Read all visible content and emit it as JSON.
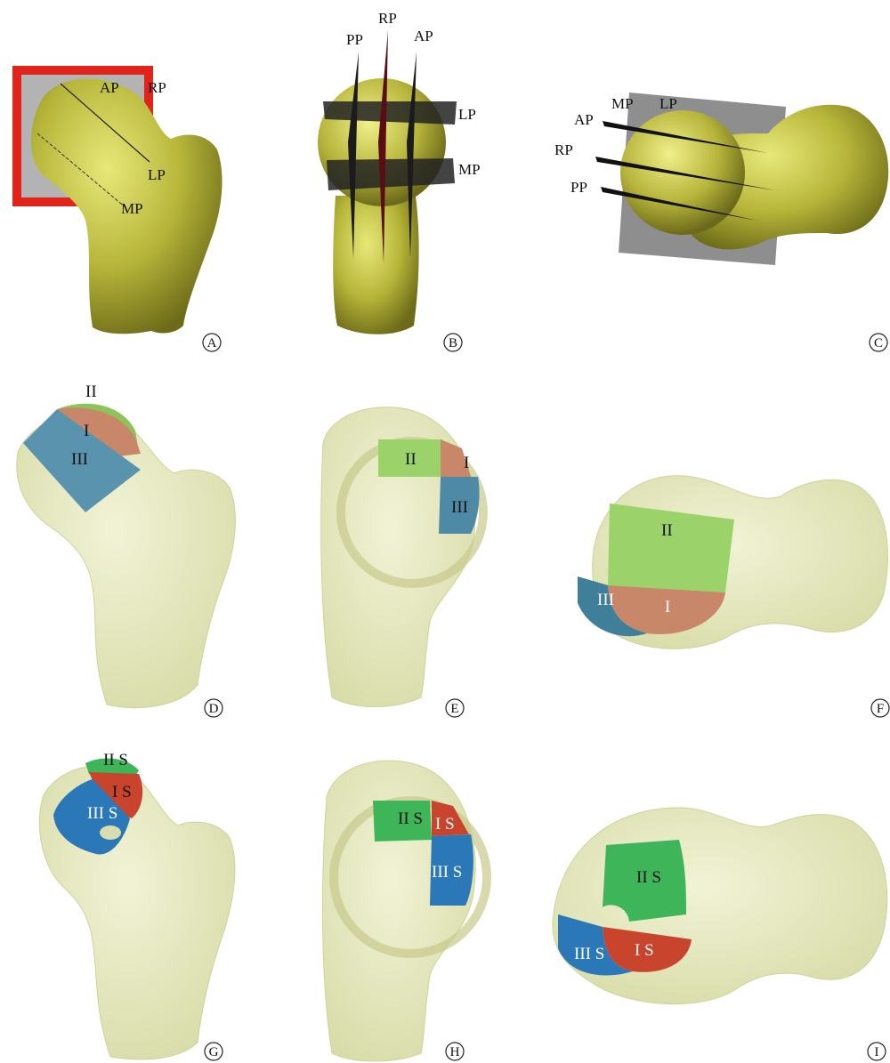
{
  "panels": {
    "A": {
      "badge": "A",
      "labels": {
        "ap": "AP",
        "rp": "RP",
        "lp": "LP",
        "mp": "MP"
      }
    },
    "B": {
      "badge": "B",
      "labels": {
        "pp": "PP",
        "rp": "RP",
        "ap": "AP",
        "lp": "LP",
        "mp": "MP"
      }
    },
    "C": {
      "badge": "C",
      "labels": {
        "mp": "MP",
        "lp": "LP",
        "ap": "AP",
        "rp": "RP",
        "pp": "PP"
      }
    },
    "D": {
      "badge": "D",
      "zones": {
        "z1": "I",
        "z2": "II",
        "z3": "III"
      }
    },
    "E": {
      "badge": "E",
      "zones": {
        "z1": "I",
        "z2": "II",
        "z3": "III"
      }
    },
    "F": {
      "badge": "F",
      "zones": {
        "z1": "I",
        "z2": "II",
        "z3": "III"
      }
    },
    "G": {
      "badge": "G",
      "zones": {
        "z1": "I S",
        "z2": "II S",
        "z3": "III S"
      }
    },
    "H": {
      "badge": "H",
      "zones": {
        "z1": "I S",
        "z2": "II S",
        "z3": "III S"
      }
    },
    "I": {
      "badge": "I",
      "zones": {
        "z1": "I S",
        "z2": "II S",
        "z3": "III S"
      }
    }
  },
  "colors": {
    "bone_solid": "#b8b83a",
    "bone_translucent": "#e6e8c2",
    "zone_I": "#c9876a",
    "zone_II": "#9bd26a",
    "zone_III": "#4e8aa6",
    "zone_I_s": "#c8442c",
    "zone_II_s": "#3fb55a",
    "zone_III_s": "#2a78b8",
    "frame_red": "#e0241b",
    "plane_gray": "#9a9a9a"
  }
}
